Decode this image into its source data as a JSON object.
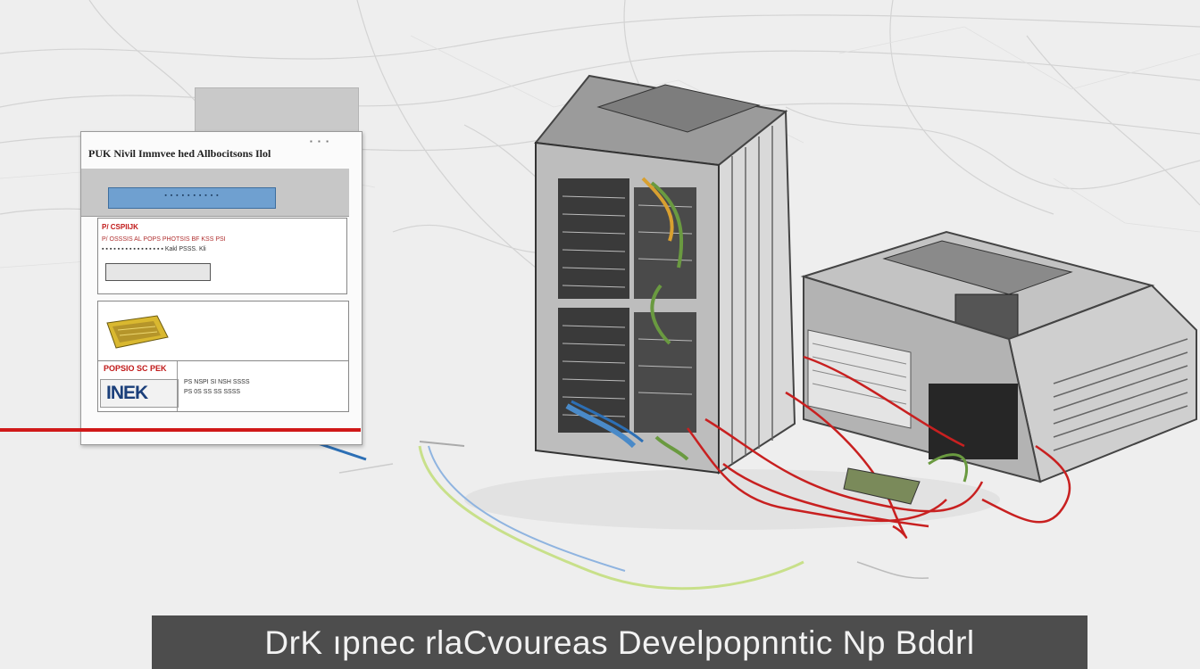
{
  "document": {
    "title": "PUK Nivil Immvee hed Allbocitsons Ilol",
    "blue_bar_text": "▪ ▪ ▪ ▪ ▪ ▪ ▪ ▪ ▪ ▪",
    "section_heading": "P/ CSPIIJK",
    "line1": "P/ OSSSIS AL POPS PHOTSIS BF KSS PSI",
    "line2": "▪ ▪ ▪ ▪ ▪ ▪ ▪ ▪ ▪ ▪   ▪ ▪ ▪   ▪ ▪ ▪   Kakl PSSS. Kli",
    "red_label": "POPSIO SC PEK",
    "logo_text": "INEK",
    "line3": "PS NSPI SI NSH SSSS",
    "line4": "PS 0S  SS  SS  SSSS"
  },
  "caption": {
    "text": "DrK ıpnec rlaCvoureas Develpopnntic Np Bddrl"
  },
  "colors": {
    "accent_red": "#d01919",
    "cable_red": "#c82020",
    "doc_blue": "#6fa0d0",
    "logo_blue": "#1b3f7a",
    "caption_bg": "#4d4d4d"
  }
}
